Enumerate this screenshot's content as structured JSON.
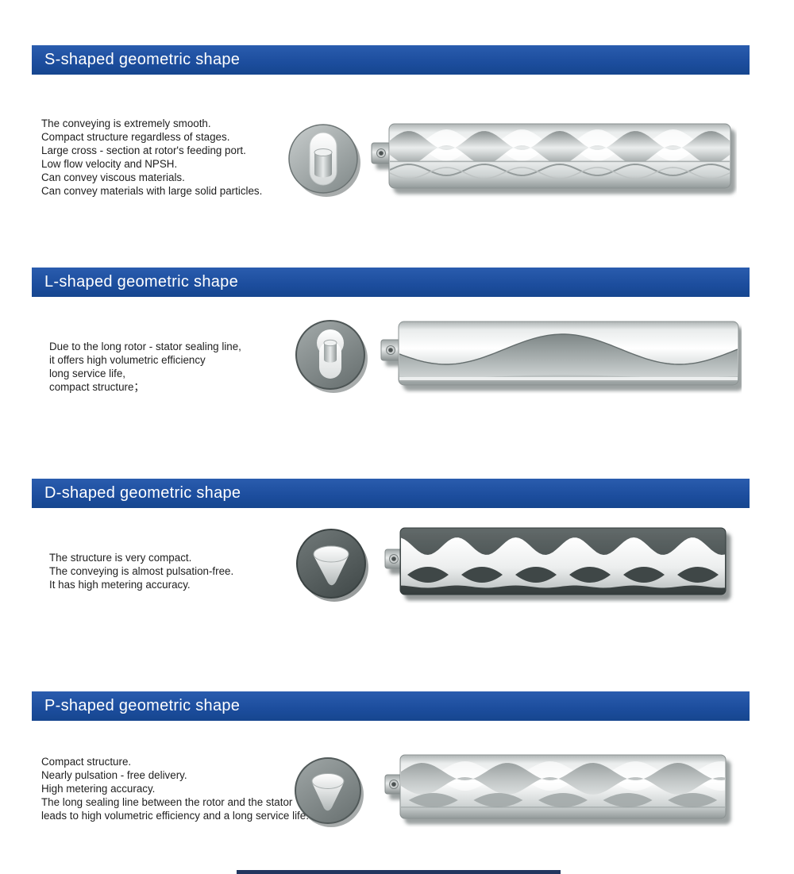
{
  "sections": [
    {
      "key": "s",
      "title": "S-shaped geometric shape",
      "description": [
        "The conveying is extremely smooth.",
        "Compact structure regardless of stages.",
        "Large cross - section at rotor's feeding port.",
        "Low flow velocity and NPSH.",
        "Can convey viscous materials.",
        "Can convey materials with large solid particles."
      ],
      "cross_section_icon": "s-profile-cross-section",
      "rotor_icon": "helical-rotor-stator"
    },
    {
      "key": "l",
      "title": "L-shaped geometric shape",
      "description": [
        "Due to the long rotor - stator sealing line,",
        "it offers high volumetric efficiency",
        "long service life,",
        "compact structure；"
      ],
      "cross_section_icon": "l-profile-cross-section",
      "rotor_icon": "long-pitch-helical-rotor"
    },
    {
      "key": "d",
      "title": "D-shaped geometric shape",
      "description": [
        "The structure is very compact.",
        "The conveying is almost pulsation-free.",
        "It has high metering accuracy."
      ],
      "cross_section_icon": "d-profile-cross-section",
      "rotor_icon": "multi-lobe-rotor-in-dark-stator"
    },
    {
      "key": "p",
      "title": "P-shaped geometric shape",
      "description": [
        "Compact structure.",
        "Nearly pulsation - free delivery.",
        "High metering accuracy.",
        "The long sealing line between the rotor and the stator",
        "leads to high volumetric efficiency and a long service life."
      ],
      "cross_section_icon": "p-profile-cross-section",
      "rotor_icon": "multi-lobe-helical-rotor"
    }
  ],
  "colors": {
    "header_bg": "#1c4d9d",
    "header_text": "#ffffff",
    "body_text": "#1e1e1e",
    "stator_dark": "#4b5353",
    "metal_light": "#e9ecec"
  }
}
